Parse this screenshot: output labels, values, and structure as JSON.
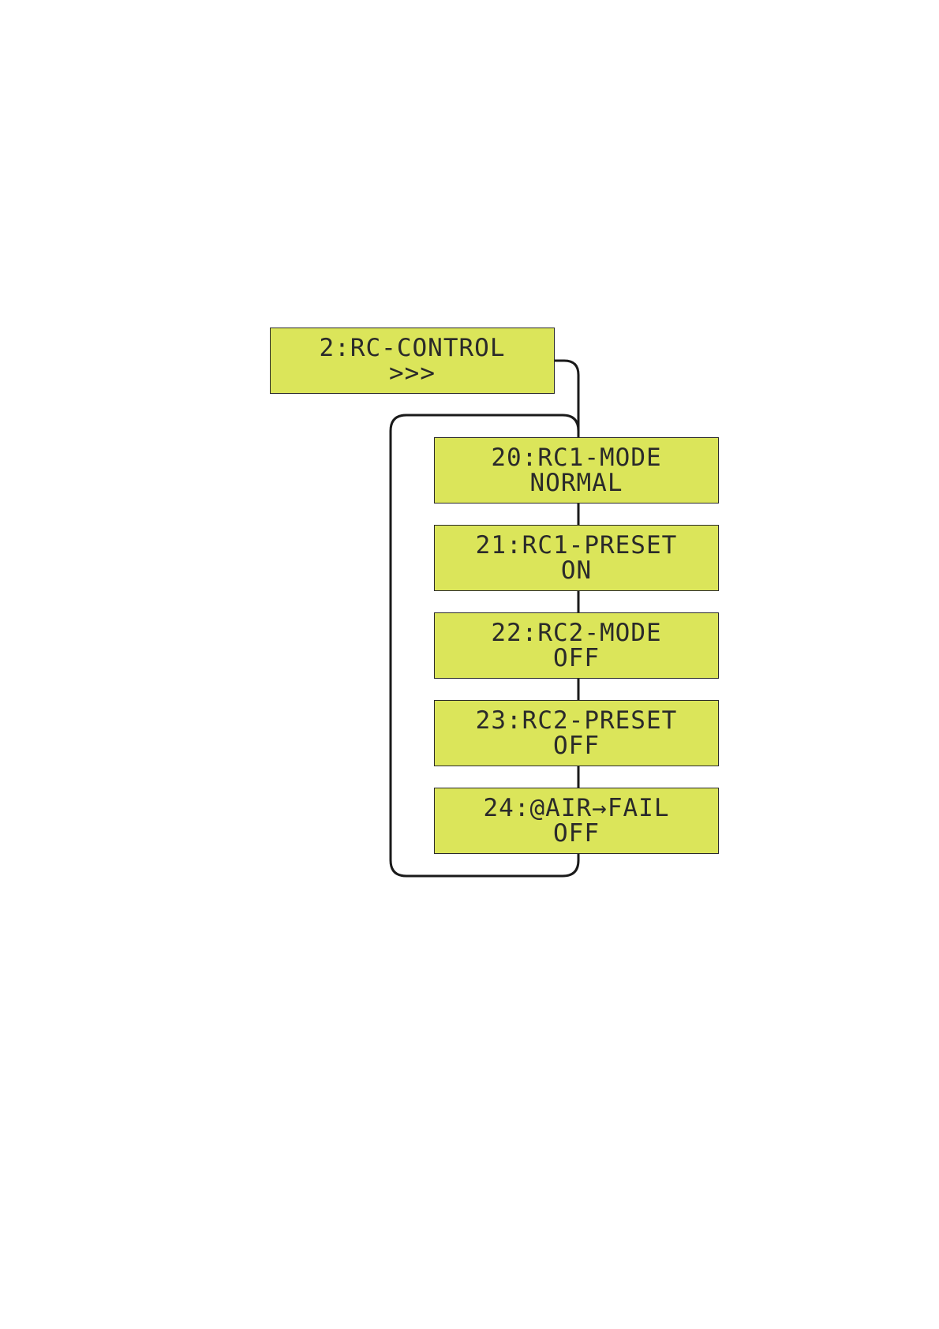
{
  "menu": {
    "parent": {
      "title": "2:RC-CONTROL",
      "value": ">>>"
    },
    "items": [
      {
        "title": "20:RC1-MODE",
        "value": "NORMAL"
      },
      {
        "title": "21:RC1-PRESET",
        "value": "ON"
      },
      {
        "title": "22:RC2-MODE",
        "value": "OFF"
      },
      {
        "title": "23:RC2-PRESET",
        "value": "OFF"
      },
      {
        "title": "24:@AIR→FAIL",
        "value": "OFF"
      }
    ]
  },
  "colors": {
    "lcd_background": "#dbe55a",
    "lcd_text": "#2a2a2a",
    "connector": "#1a1a1a"
  }
}
